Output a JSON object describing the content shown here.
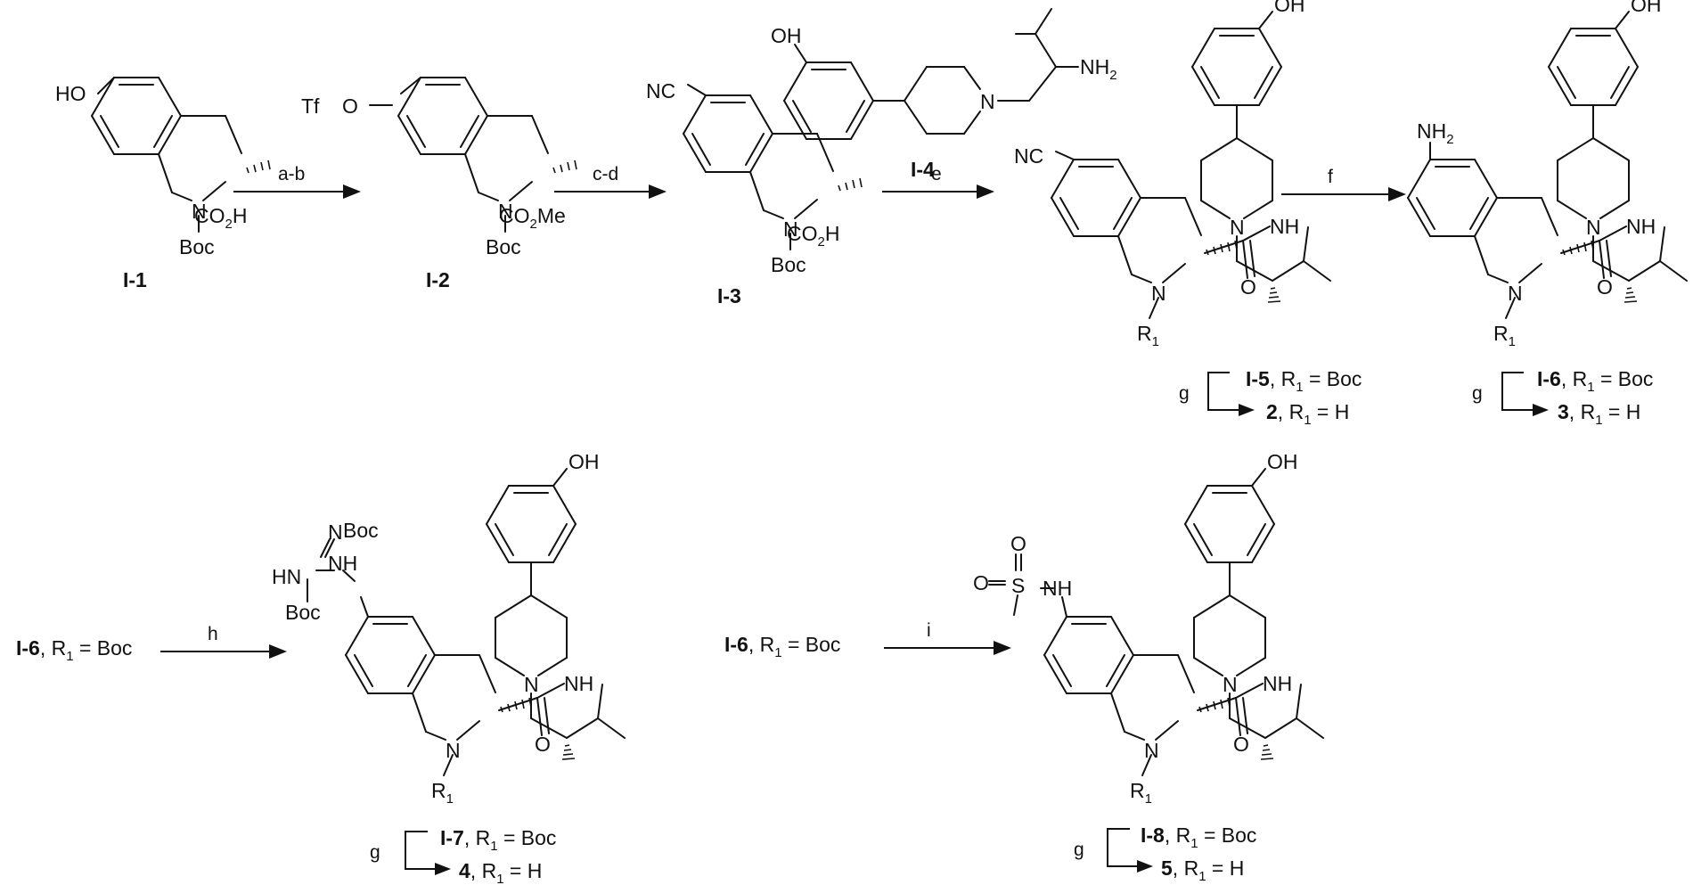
{
  "compounds": {
    "I1": {
      "id": "I-1"
    },
    "I2": {
      "id": "I-2"
    },
    "I3": {
      "id": "I-3"
    },
    "I4": {
      "id": "I-4"
    },
    "I5": {
      "id": "I-5",
      "sub": "1",
      "rest": " = Boc"
    },
    "c2": {
      "id": "2",
      "sub": "1",
      "rest": " = H"
    },
    "I6": {
      "id": "I-6",
      "sub": "1",
      "rest": " = Boc"
    },
    "c3": {
      "id": "3",
      "sub": "1",
      "rest": " = H"
    },
    "I7": {
      "id": "I-7",
      "sub": "1",
      "rest": " = Boc"
    },
    "c4": {
      "id": "4",
      "sub": "1",
      "rest": " = H"
    },
    "I8": {
      "id": "I-8",
      "sub": "1",
      "rest": " = Boc"
    },
    "c5": {
      "id": "5",
      "sub": "1",
      "rest": " = H"
    },
    "I6h": {
      "id": "I-6",
      "sub": "1",
      "rest": " = Boc"
    },
    "I6i": {
      "id": "I-6",
      "sub": "1",
      "rest": " = Boc"
    }
  },
  "conditions": {
    "ab": "a-b",
    "cd": "c-d",
    "e": "e",
    "f": "f",
    "g": "g",
    "h": "h",
    "i": "i"
  },
  "atoms": {
    "OH": "OH",
    "HO": "HO",
    "Tf": "Tf",
    "O": "O",
    "N": "N",
    "Boc": "Boc",
    "CO2H": "CO",
    "CO2H_sub": "2",
    "CO2H_end": "H",
    "CO2Me_end": "Me",
    "NC": "NC",
    "NH": "NH",
    "NH2": "NH",
    "NH2_sub": "2",
    "R": "R",
    "R_sub": "1",
    "HN": "HN",
    "S": "S"
  }
}
